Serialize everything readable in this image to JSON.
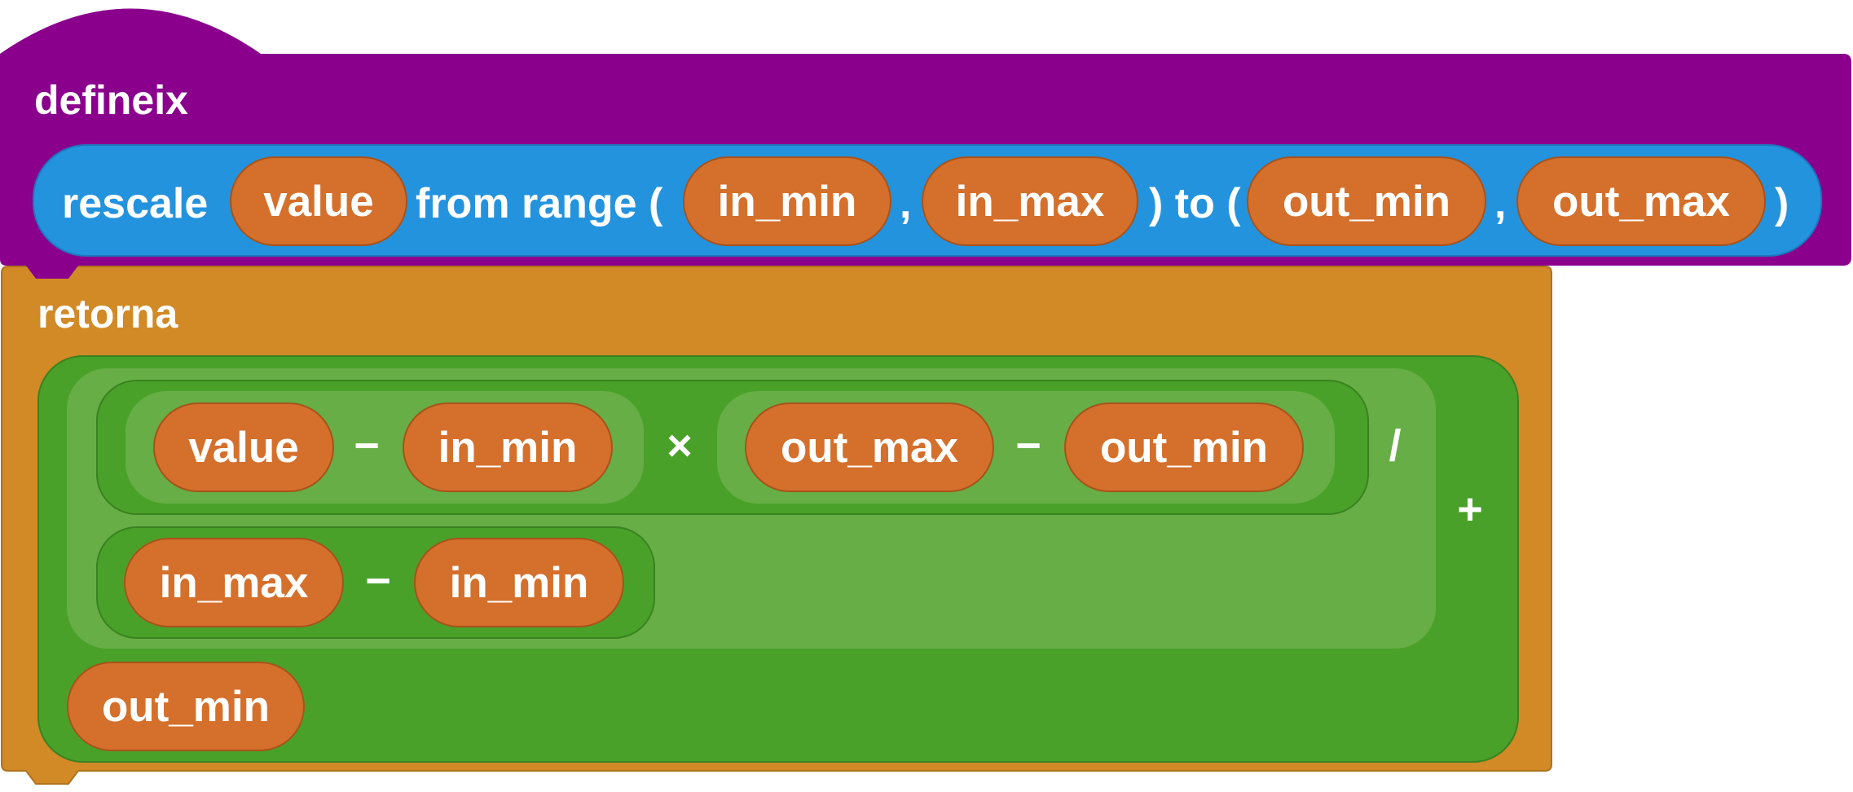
{
  "define_block": {
    "keyword": "defineix",
    "color": "#8A008D"
  },
  "signature": {
    "name": "rescale",
    "from_range_text": "from range (",
    "comma": ",",
    "to_text": ") to (",
    "close_paren": ")",
    "params": [
      "value",
      "in_min",
      "in_max",
      "out_min",
      "out_max"
    ],
    "color": "#2493DE"
  },
  "return_block": {
    "keyword": "retorna",
    "color": "#D18A26"
  },
  "expression": {
    "numerator_left": [
      "value",
      "in_min"
    ],
    "numerator_left_op": "−",
    "multiply_op": "×",
    "numerator_right": [
      "out_max",
      "out_min"
    ],
    "numerator_right_op": "−",
    "divide_op": "/",
    "denominator": [
      "in_max",
      "in_min"
    ],
    "denominator_op": "−",
    "add_op": "+",
    "addend": "out_min",
    "color_math": "#4AA12A",
    "color_math_light": "#66AE45",
    "color_variable": "#D4702C"
  }
}
